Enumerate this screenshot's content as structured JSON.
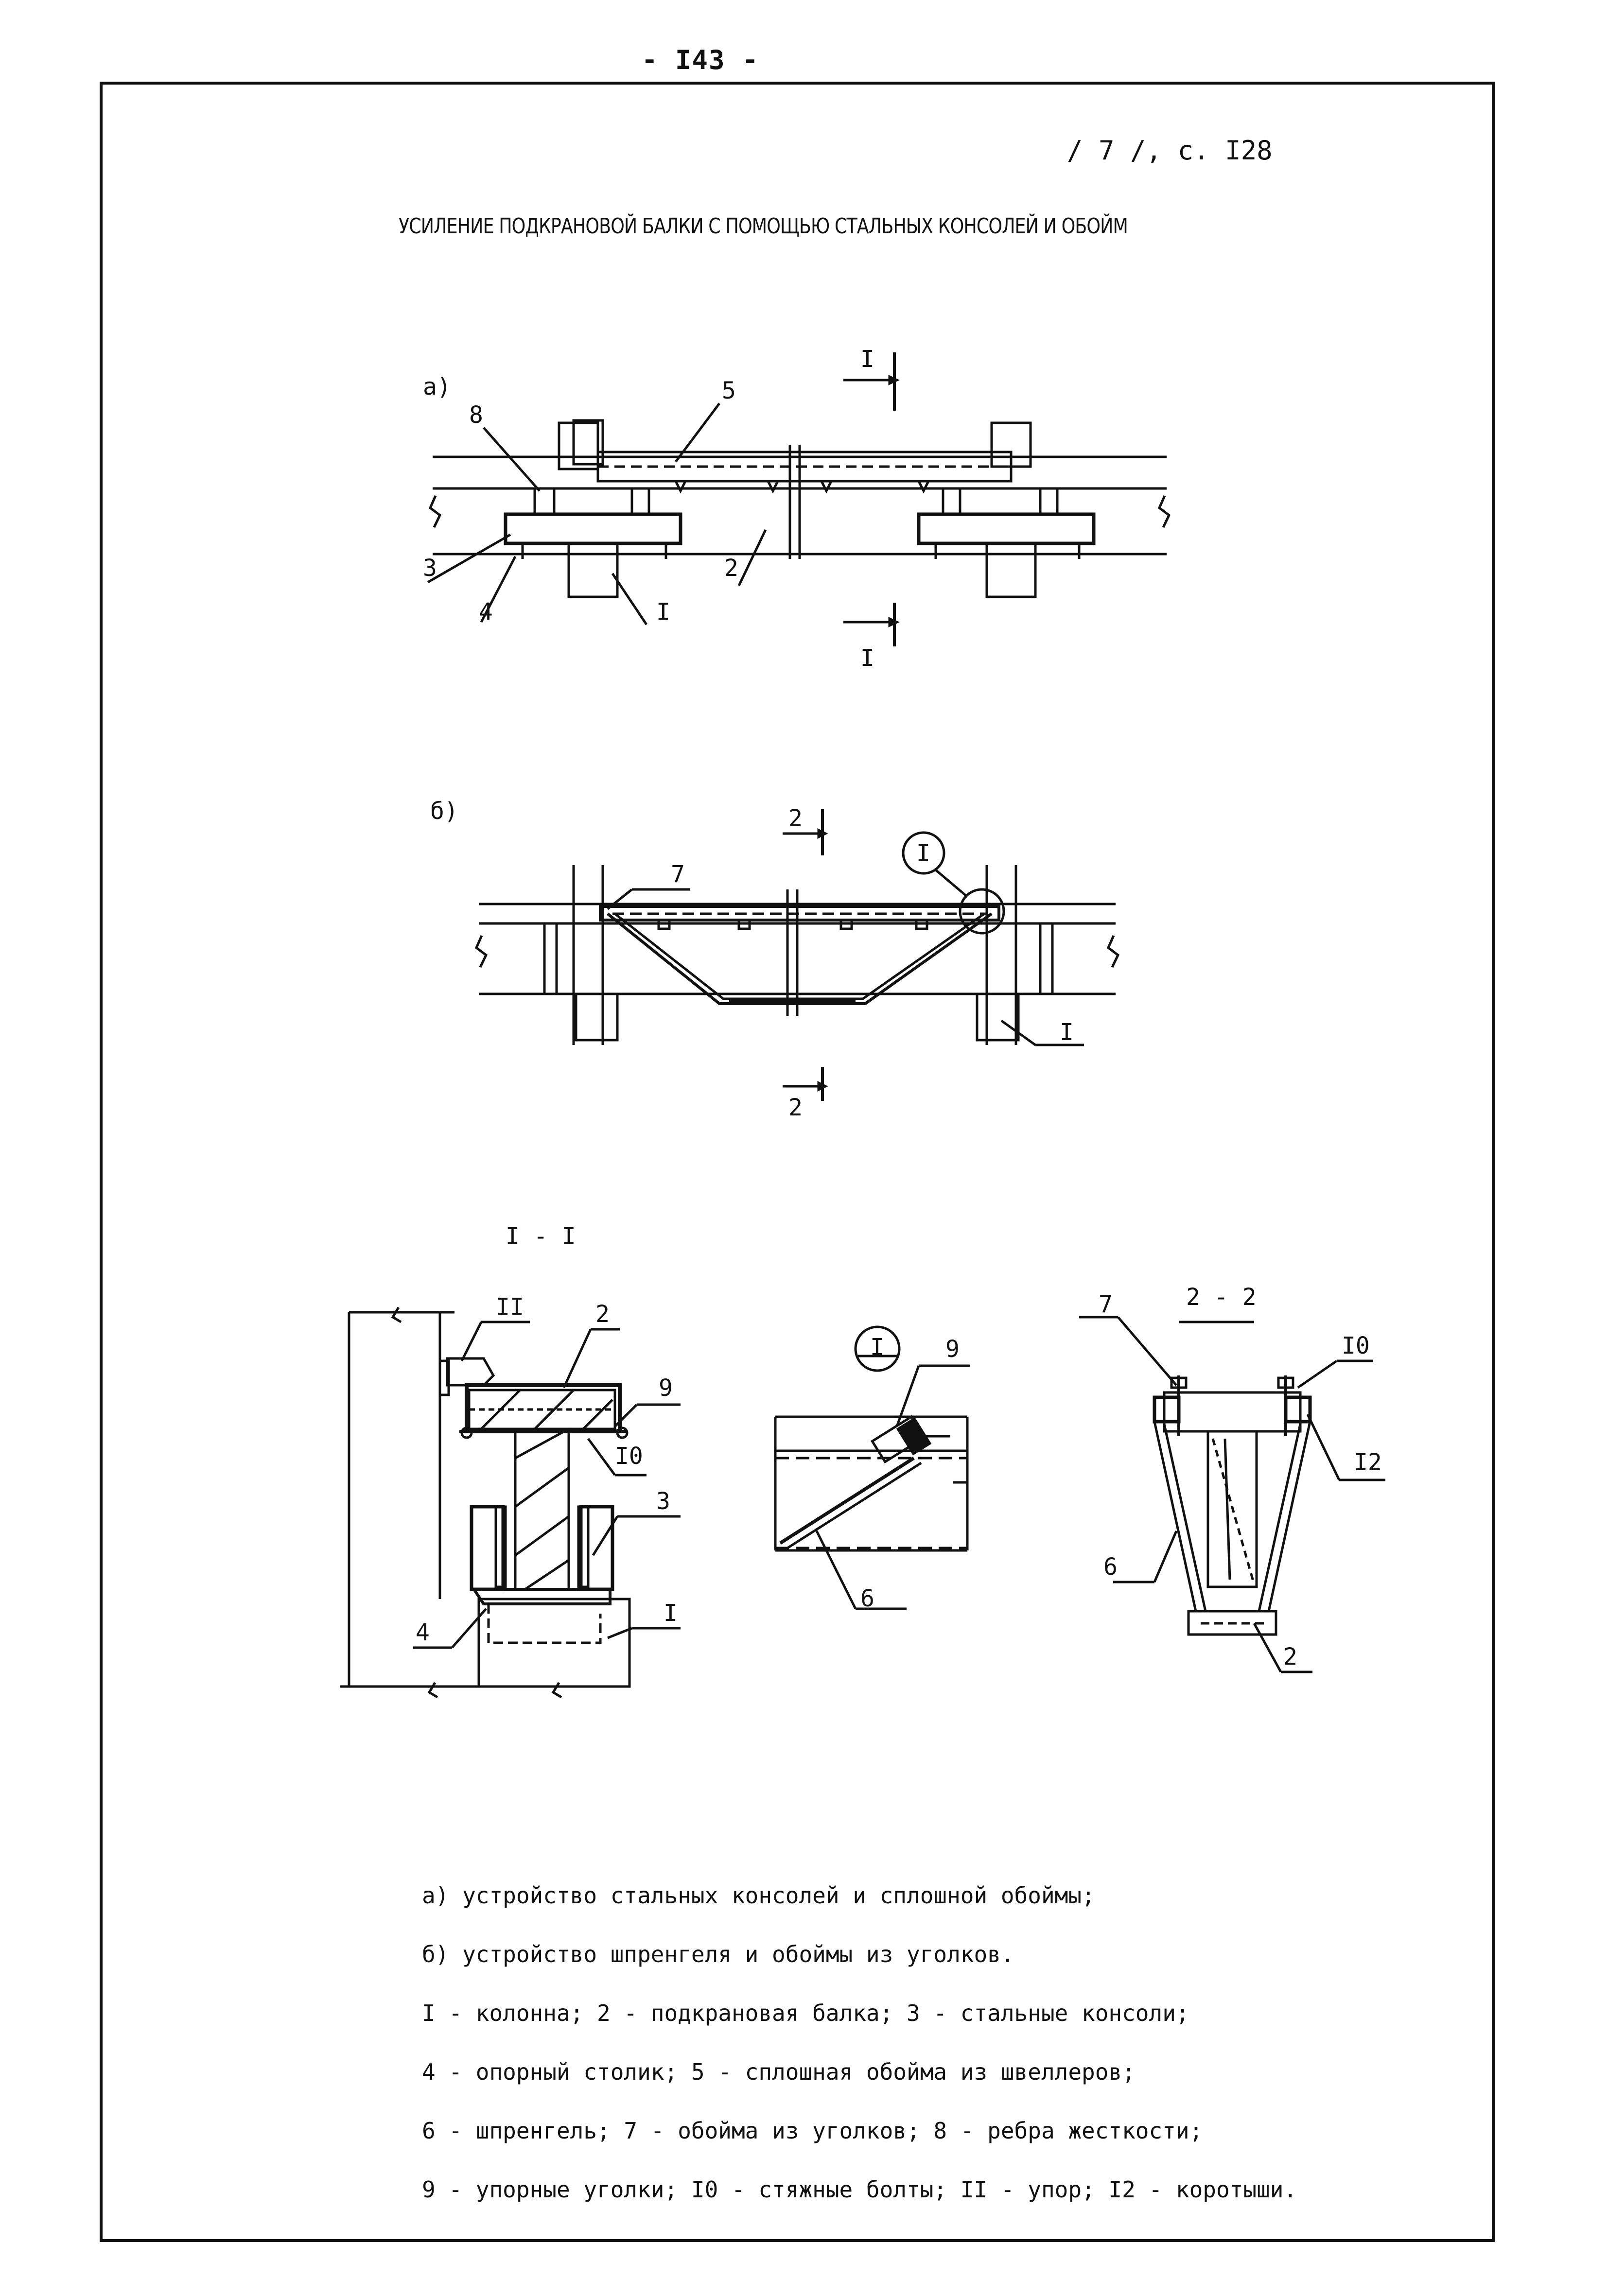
{
  "page_number": "- I43 -",
  "source_ref": "/ 7 /, с. I28",
  "title": "УСИЛЕНИЕ ПОДКРАНОВОЙ БАЛКИ С ПОМОЩЬЮ СТАЛЬНЫХ КОНСОЛЕЙ И ОБОЙМ",
  "figures": {
    "a": {
      "label": "а)",
      "callouts": [
        "8",
        "5",
        "3",
        "4",
        "I",
        "2"
      ],
      "section_mark": "I"
    },
    "b": {
      "label": "б)",
      "callouts": [
        "7",
        "I"
      ],
      "section_mark": "2",
      "detail_mark": "I"
    },
    "section_1": {
      "label": "I - I",
      "callouts": [
        "II",
        "2",
        "9",
        "I0",
        "3",
        "4",
        "I"
      ]
    },
    "detail_1": {
      "mark": "I",
      "callouts": [
        "9",
        "6"
      ]
    },
    "section_2": {
      "label": "2 - 2",
      "callouts": [
        "7",
        "I0",
        "I2",
        "6",
        "2"
      ]
    }
  },
  "legend": [
    "а) устройство стальных консолей и сплошной обоймы;",
    "б) устройство шпренгеля и обоймы из уголков.",
    "I - колонна; 2 - подкрановая балка; 3 - стальные консоли;",
    "4 - опорный столик; 5 - сплошная обойма из швеллеров;",
    "6 - шпренгель; 7 - обойма из уголков; 8 - ребра жесткости;",
    "9 - упорные уголки; I0 - стяжные болты; II - упор; I2 - коротыши."
  ]
}
